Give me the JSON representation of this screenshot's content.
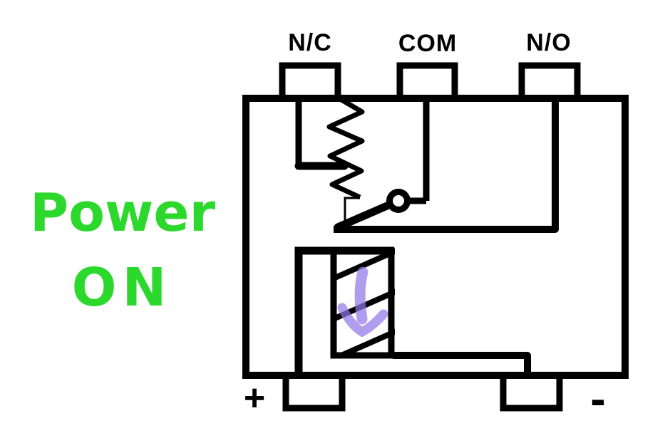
{
  "diagram": {
    "name": "relay-internal-schematic",
    "state_label": {
      "line1": "Power",
      "line2": "ON"
    },
    "top_terminals": [
      {
        "id": "nc",
        "label": "N/C"
      },
      {
        "id": "com",
        "label": "COM"
      },
      {
        "id": "no",
        "label": "N/O"
      }
    ],
    "bottom_terminals": [
      {
        "id": "positive",
        "label": "+"
      },
      {
        "id": "negative",
        "label": "-"
      }
    ],
    "icons": {
      "coil_force_arrow": "down-arrow"
    },
    "colors": {
      "line": "#000000",
      "background": "#ffffff",
      "state_text": "#2dd82d",
      "arrow": "#9478e8"
    }
  }
}
